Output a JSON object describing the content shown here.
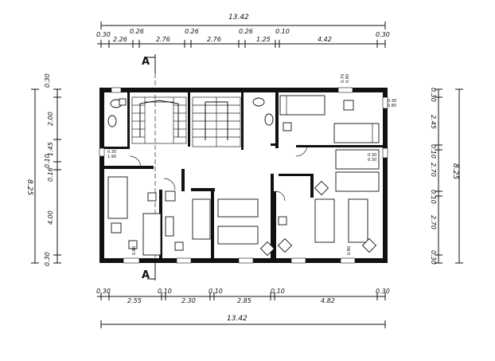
{
  "top_dims": {
    "overall": "13.42",
    "segments": [
      "0.30",
      "2.26",
      "0.26",
      "2.76",
      "0.26",
      "2.76",
      "0.26",
      "1.25",
      "0.10",
      "4.42",
      "0.30"
    ]
  },
  "bottom_dims": {
    "segments": [
      "0.30",
      "2.55",
      "0.10",
      "2.30",
      "0.10",
      "2.85",
      "0.10",
      "4.82",
      "0.30"
    ],
    "overall": "13.42"
  },
  "left_dims": {
    "overall": "8.25",
    "segments": [
      "0.30",
      "2.00",
      "1.45",
      "0.10",
      "0.16",
      "4.00",
      "0.30"
    ]
  },
  "right_dims": {
    "overall": "8.25",
    "segments": [
      "0.30",
      "2.45",
      "0.10",
      "2.70",
      "0.10",
      "2.70",
      "0.30"
    ]
  },
  "section_marks": {
    "top": "A",
    "bottom": "A"
  },
  "small_labels": [
    "0.70",
    "0.80",
    "0.30",
    "0.80",
    "0.30",
    "1.90",
    "0.30",
    "0.30",
    "0.80",
    "0.80"
  ]
}
